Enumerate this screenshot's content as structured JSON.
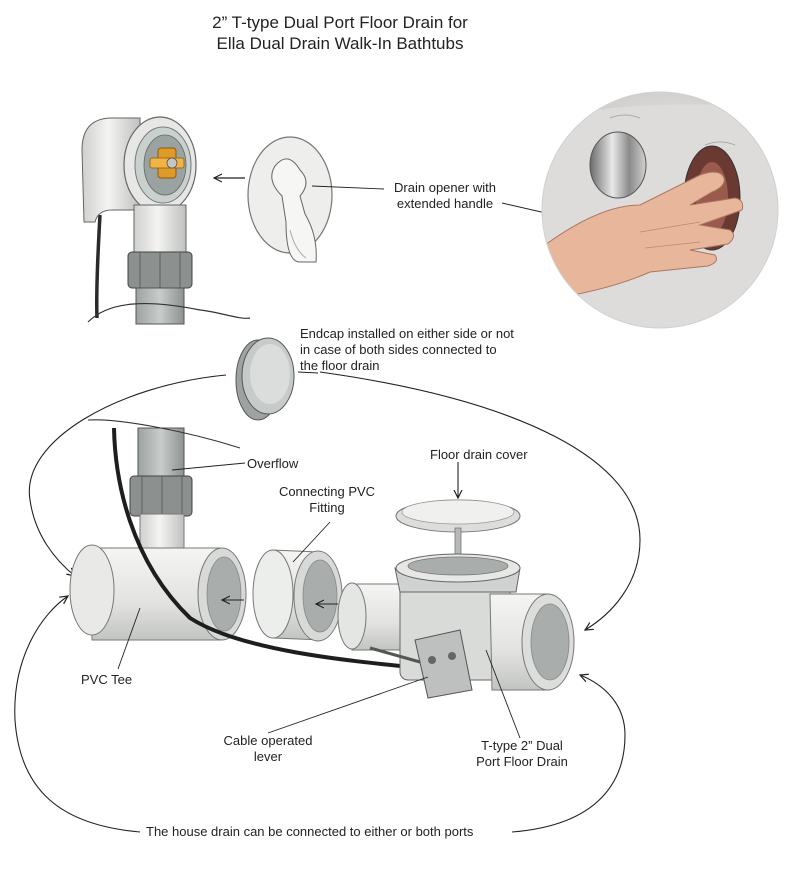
{
  "title": {
    "line1": "2” T-type Dual Port Floor Drain for",
    "line2": "Ella Dual Drain Walk-In Bathtubs"
  },
  "labels": {
    "drain_opener_1": "Drain opener with",
    "drain_opener_2": "extended handle",
    "endcap_1": "Endcap installed on either side or not",
    "endcap_2": "in case of both sides connected to",
    "endcap_3": "the floor drain",
    "overflow": "Overflow",
    "floor_cover": "Floor drain cover",
    "pvc_fitting_1": "Connecting PVC",
    "pvc_fitting_2": "Fitting",
    "pvc_tee": "PVC Tee",
    "cable_lever_1": "Cable operated",
    "cable_lever_2": "lever",
    "ttype_1": "T-type 2” Dual",
    "ttype_2": "Port Floor Drain",
    "house_drain": "The house drain can be connected to either or both ports"
  }
}
